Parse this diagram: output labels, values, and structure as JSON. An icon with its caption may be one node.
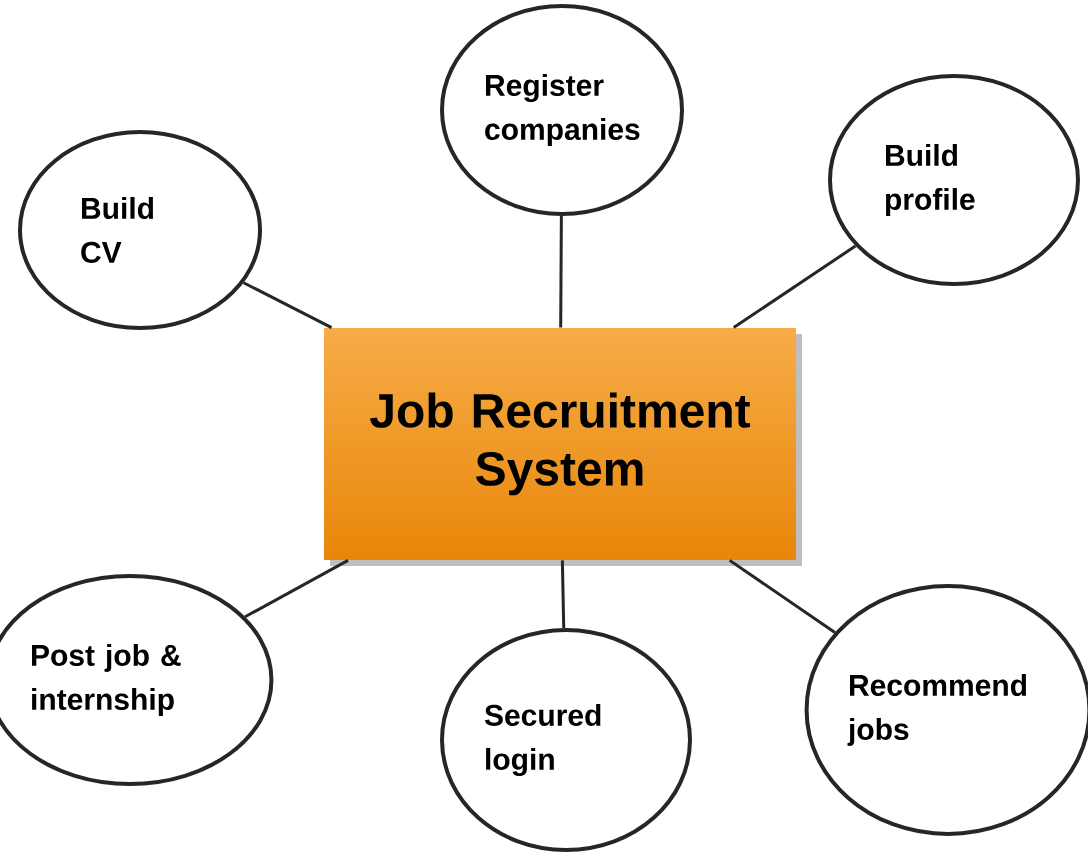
{
  "diagram": {
    "nodes": [
      {
        "text": [
          "Register companies"
        ]
      },
      {
        "text": [
          "Build CV"
        ]
      },
      {
        "text": [
          "Build profile"
        ]
      },
      {
        "text": [
          "Job Recruitment System"
        ]
      },
      {
        "text": [
          "Post job & internship"
        ]
      },
      {
        "text": [
          "Secured login"
        ]
      },
      {
        "text": [
          "Recommend jobs"
        ]
      }
    ],
    "edges": [
      {
        "from": 3,
        "to": 0,
        "arrow": "none"
      },
      {
        "from": 3,
        "to": 1,
        "arrow": "none"
      },
      {
        "from": 3,
        "to": 2,
        "arrow": "none"
      },
      {
        "from": 3,
        "to": 4,
        "arrow": "none"
      },
      {
        "from": 3,
        "to": 5,
        "arrow": "none"
      },
      {
        "from": 3,
        "to": 6,
        "arrow": "none"
      }
    ]
  }
}
